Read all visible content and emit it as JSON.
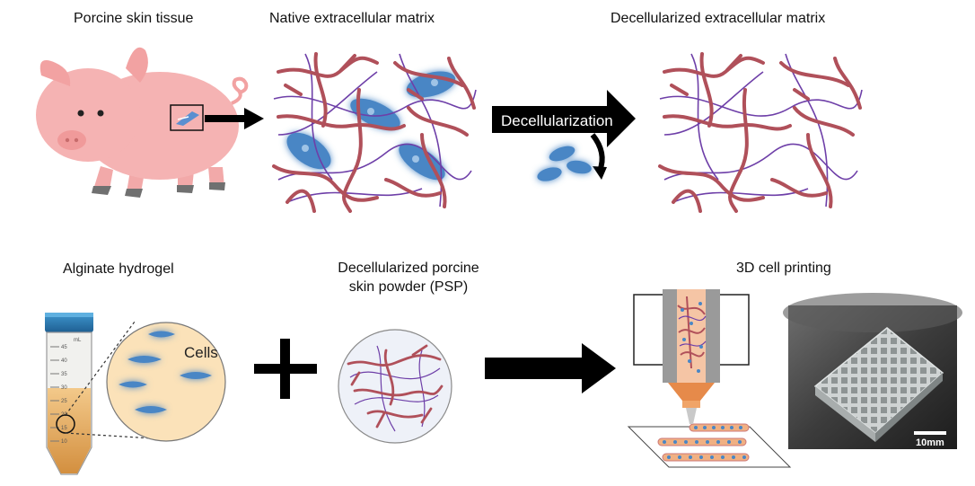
{
  "labels": {
    "porcine_skin": "Porcine skin tissue",
    "native_ecm": "Native extracellular matrix",
    "decell_ecm": "Decellularized extracellular matrix",
    "alginate": "Alginate hydrogel",
    "psp_line1": "Decellularized porcine",
    "psp_line2": "skin powder (PSP)",
    "printing": "3D cell printing"
  },
  "arrow_text": "Decellularization",
  "cells_text": "Cells",
  "scale_bar": "10mm",
  "tube_ticks": [
    "45",
    "40",
    "35",
    "30",
    "25",
    "20",
    "15",
    "10"
  ],
  "tube_unit": "mL",
  "colors": {
    "collagen": "#b0505a",
    "elastin": "#6e3fa8",
    "cell": "#4a86c5",
    "pig": "#f5b3b3",
    "gel": "#e0a860",
    "tube_cap": "#2f7fb8"
  }
}
